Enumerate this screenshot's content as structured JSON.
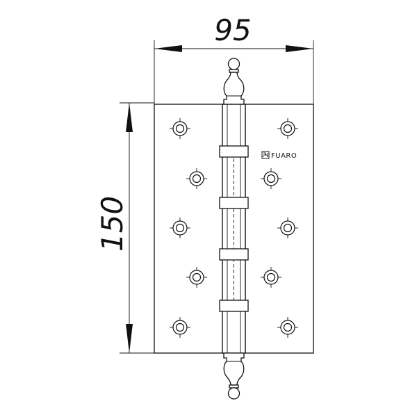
{
  "diagram": {
    "width_label": "95",
    "height_label": "150",
    "brand": "FUARO",
    "brand_icon": "fuaro-logo-icon"
  },
  "colors": {
    "line": "#111111",
    "background": "#ffffff"
  }
}
